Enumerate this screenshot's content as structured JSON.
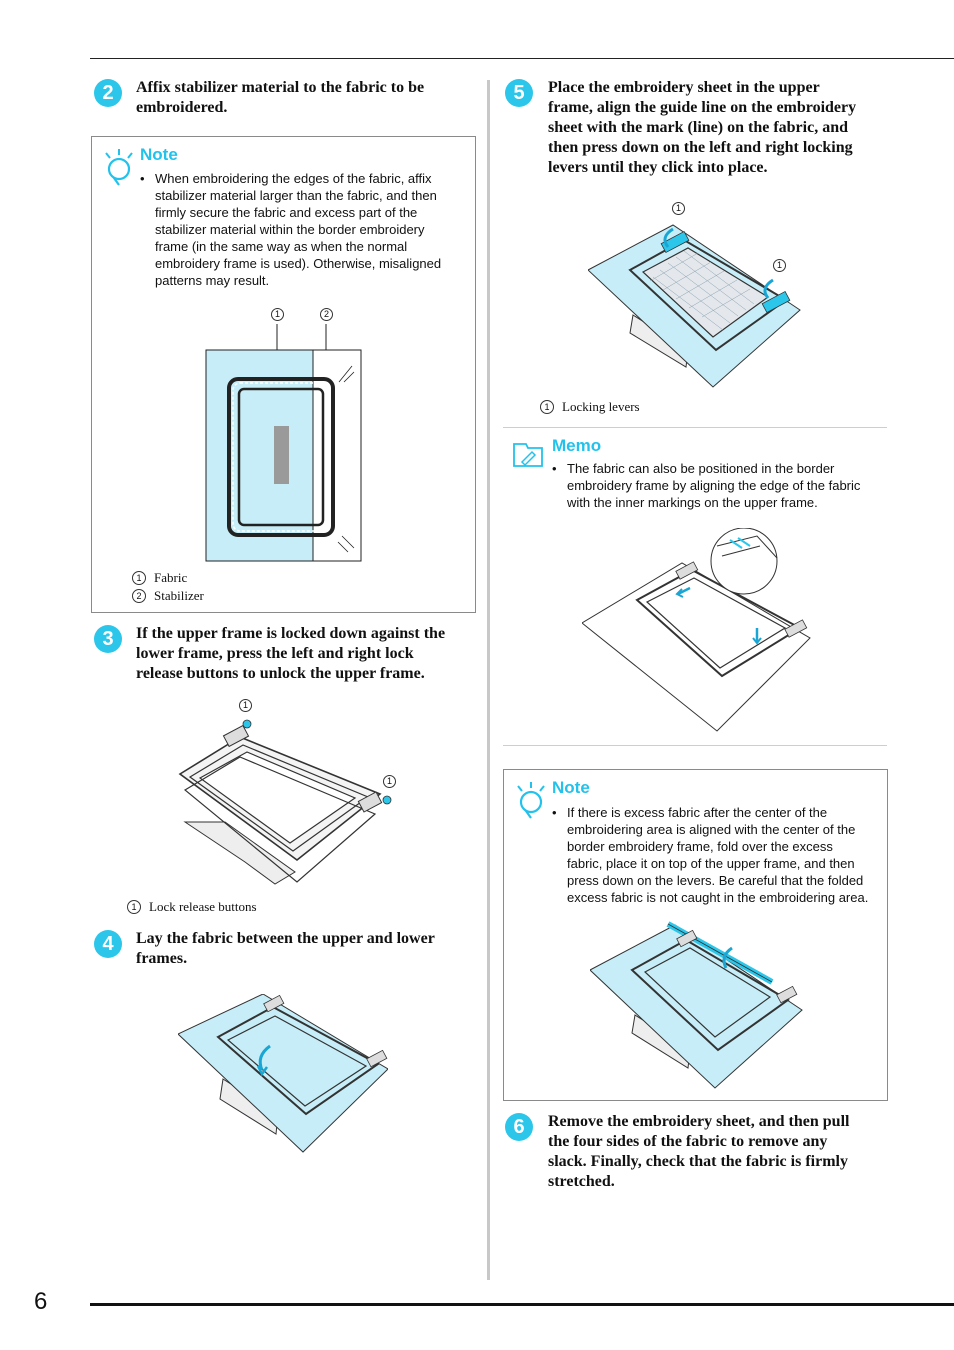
{
  "page": {
    "number": "6"
  },
  "colors": {
    "accent": "#2cc6ea",
    "fabric": "#c7eef8",
    "stabilizer": "#9a9a9a"
  },
  "steps": {
    "s2": {
      "badge": "2",
      "text_l1": "Affix stabilizer material to the fabric to be",
      "text_l2": "embroidered."
    },
    "s3": {
      "badge": "3",
      "text_l1": "If the upper frame is locked down against the",
      "text_l2": "lower frame, press the left and right lock",
      "text_l3": "release buttons to unlock the upper frame."
    },
    "s4": {
      "badge": "4",
      "text_l1": "Lay the fabric between the upper and lower",
      "text_l2": "frames."
    },
    "s5": {
      "badge": "5",
      "text_l1": "Place the embroidery sheet in the upper",
      "text_l2": "frame, align the guide line on the embroidery",
      "text_l3": "sheet with the mark (line) on the fabric, and",
      "text_l4": "then press down on the left and right locking",
      "text_l5": "levers until they click into place."
    },
    "s6": {
      "badge": "6",
      "text_l1": "Remove the embroidery sheet, and then pull",
      "text_l2": "the four sides of the fabric to remove any",
      "text_l3": "slack. Finally, check that the fabric is firmly",
      "text_l4": "stretched."
    }
  },
  "note1": {
    "title": "Note",
    "lines": [
      "When embroidering the edges of the fabric, affix",
      "stabilizer material larger than the fabric, and then",
      "firmly secure the fabric and excess part of the",
      "stabilizer material within the border embroidery",
      "frame (in the same way as when the normal",
      "embroidery frame is used). Otherwise, misaligned",
      "patterns may result."
    ],
    "callouts": [
      "1",
      "2"
    ],
    "captions": [
      {
        "num": "1",
        "label": "Fabric"
      },
      {
        "num": "2",
        "label": "Stabilizer"
      }
    ]
  },
  "fig3": {
    "callouts": [
      "1",
      "1"
    ],
    "caption": {
      "num": "1",
      "label": "Lock release buttons"
    }
  },
  "fig5": {
    "callouts": [
      "1",
      "1"
    ],
    "caption": {
      "num": "1",
      "label": "Locking levers"
    }
  },
  "memo": {
    "title": "Memo",
    "lines": [
      "The fabric can also be positioned in the border",
      "embroidery frame by aligning the edge of the fabric",
      "with the inner markings on the upper frame."
    ]
  },
  "note2": {
    "title": "Note",
    "lines": [
      "If there is excess fabric after the center of the",
      "embroidering area is aligned with the center of the",
      "border embroidery frame, fold over the excess",
      "fabric, place it on top of the upper frame, and then",
      "press down on the levers. Be careful that the folded",
      "excess fabric is not caught in the embroidering area."
    ]
  }
}
